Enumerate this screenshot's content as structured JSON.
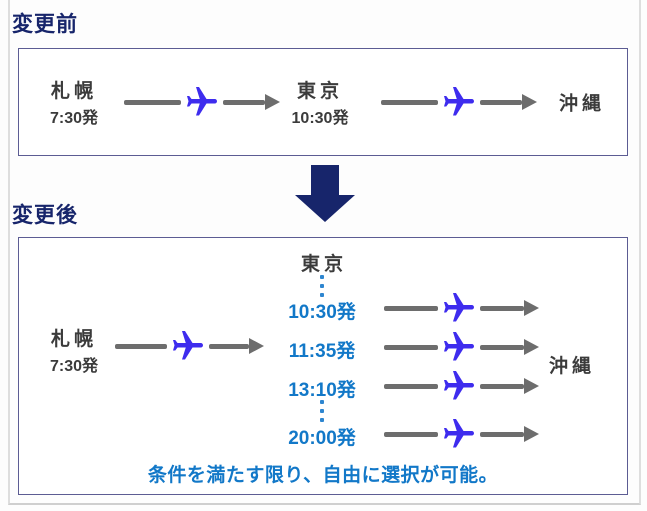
{
  "sections": {
    "before_label": "変更前",
    "after_label": "変更後"
  },
  "before": {
    "origin_name": "札幌",
    "origin_time": "7:30発",
    "via_name": "東京",
    "via_time": "10:30発",
    "dest_name": "沖縄"
  },
  "after": {
    "origin_name": "札幌",
    "origin_time": "7:30発",
    "via_name": "東京",
    "options": [
      "10:30発",
      "11:35発",
      "13:10発",
      "20:00発"
    ],
    "dest_name": "沖縄",
    "note": "条件を満たす限り、自由に選択が可能。"
  },
  "colors": {
    "heading_navy": "#17256b",
    "station_text": "#3b3b3b",
    "time_blue": "#1278c8",
    "note_blue": "#1278c8",
    "plane_blue": "#3e2cee",
    "arrow_gray": "#6d6d6d",
    "box_border": "#5c5c93",
    "big_arrow_navy": "#17256b",
    "dots_blue": "#2e86d0"
  }
}
